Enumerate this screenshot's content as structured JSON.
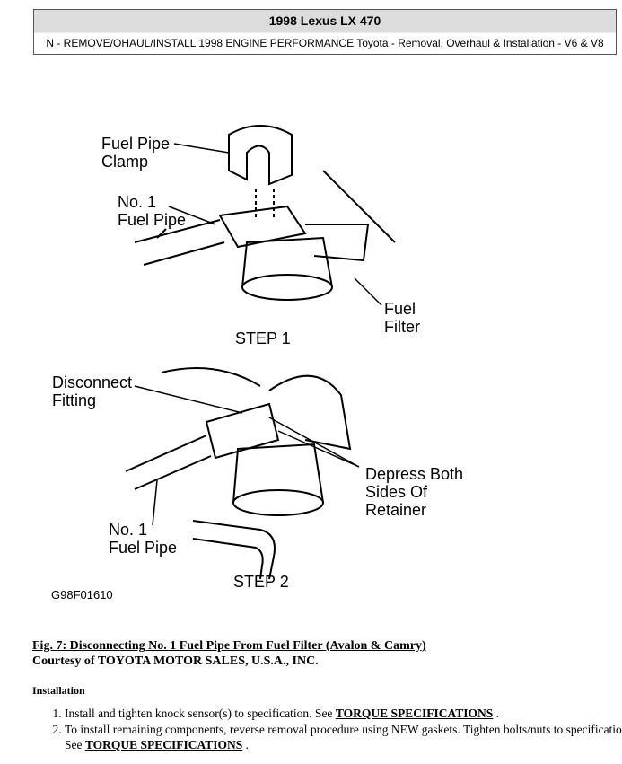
{
  "header": {
    "title": "1998 Lexus LX 470",
    "subtitle": "N - REMOVE/OHAUL/INSTALL 1998 ENGINE PERFORMANCE Toyota - Removal, Overhaul & Installation - V6 & V8"
  },
  "figure": {
    "labels": {
      "clamp": "Fuel Pipe\nClamp",
      "pipe1": "No. 1\nFuel Pipe",
      "filter": "Fuel\nFilter",
      "step1": "STEP 1",
      "disconnect": "Disconnect\nFitting",
      "depress": "Depress Both\nSides Of\nRetainer",
      "pipe2": "No. 1\nFuel Pipe",
      "step2": "STEP 2"
    },
    "code": "G98F01610"
  },
  "caption": "Fig. 7: Disconnecting No. 1 Fuel Pipe From Fuel Filter (Avalon & Camry)",
  "courtesy": "Courtesy of TOYOTA MOTOR SALES, U.S.A., INC.",
  "section": "Installation",
  "steps": [
    {
      "pre": "Install and tighten knock sensor(s) to specification. See ",
      "link": "TORQUE SPECIFICATIONS",
      "post": " ."
    },
    {
      "pre": "To install remaining components, reverse removal procedure using NEW gaskets. Tighten bolts/nuts to specification. See ",
      "link": "TORQUE SPECIFICATIONS",
      "post": " ."
    }
  ]
}
